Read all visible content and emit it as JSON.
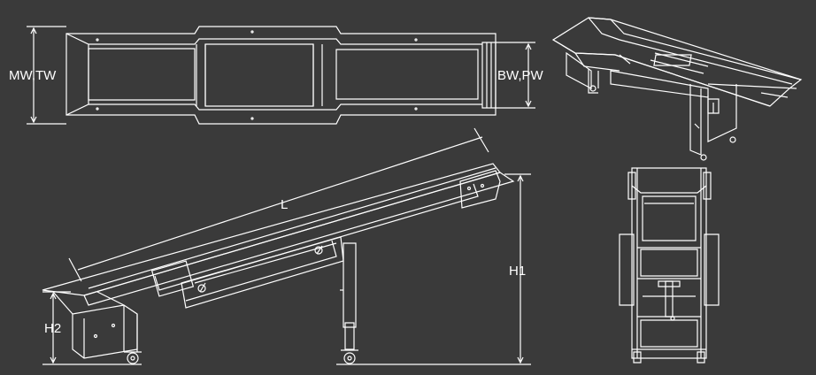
{
  "dimensions": {
    "mw_tw": "MW,TW",
    "bw_pw": "BW,PW",
    "length": "L",
    "h1": "H1",
    "h2": "H2"
  },
  "colors": {
    "background": "#3a3a3a",
    "line": "#ffffff"
  }
}
